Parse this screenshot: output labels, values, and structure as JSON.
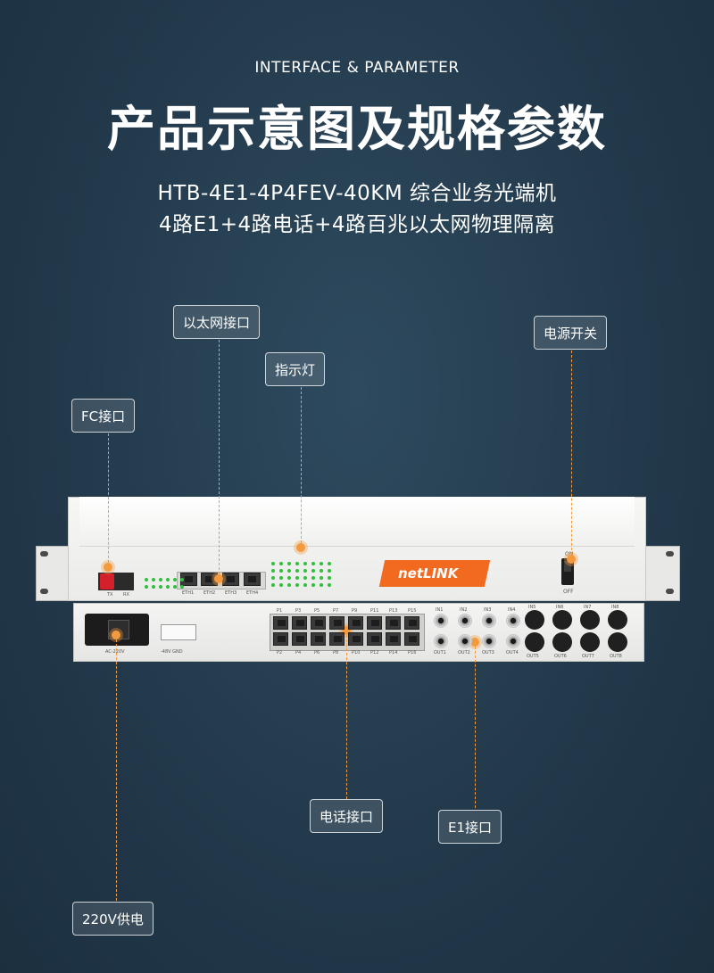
{
  "header": {
    "subtitle_en": "INTERFACE & PARAMETER",
    "title": "产品示意图及规格参数",
    "model_line1": "HTB-4E1-4P4FEV-40KM 综合业务光端机",
    "model_line2": "4路E1+4路电话+4路百兆以太网物理隔离"
  },
  "callouts": {
    "ethernet": "以太网接口",
    "indicator": "指示灯",
    "power_switch": "电源开关",
    "fc": "FC接口",
    "phone": "电话接口",
    "e1": "E1接口",
    "power_supply": "220V供电"
  },
  "device": {
    "brand": "netLINK",
    "fc_labels": [
      "TX",
      "RX"
    ],
    "eth_labels": [
      "ETH1",
      "ETH2",
      "ETH3",
      "ETH4"
    ],
    "switch_labels": [
      "ON",
      "OFF"
    ],
    "ac_label": "AC-220V",
    "dc_label": "-48V GND",
    "phone_top": [
      "P1",
      "P3",
      "P5",
      "P7",
      "P9",
      "P11",
      "P13",
      "P15"
    ],
    "phone_bottom": [
      "P2",
      "P4",
      "P6",
      "P8",
      "P10",
      "P12",
      "P14",
      "P16"
    ],
    "e1_in": [
      "IN1",
      "IN2",
      "IN3",
      "IN4"
    ],
    "e1_out": [
      "OUT1",
      "OUT2",
      "OUT3",
      "OUT4"
    ],
    "blank_in": [
      "IN5",
      "IN6",
      "IN7",
      "IN8"
    ],
    "blank_out": [
      "OUT5",
      "OUT6",
      "OUT7",
      "OUT8"
    ]
  },
  "colors": {
    "accent": "#f39a3e",
    "brand": "#f26a1f",
    "background": "#233a4c"
  }
}
